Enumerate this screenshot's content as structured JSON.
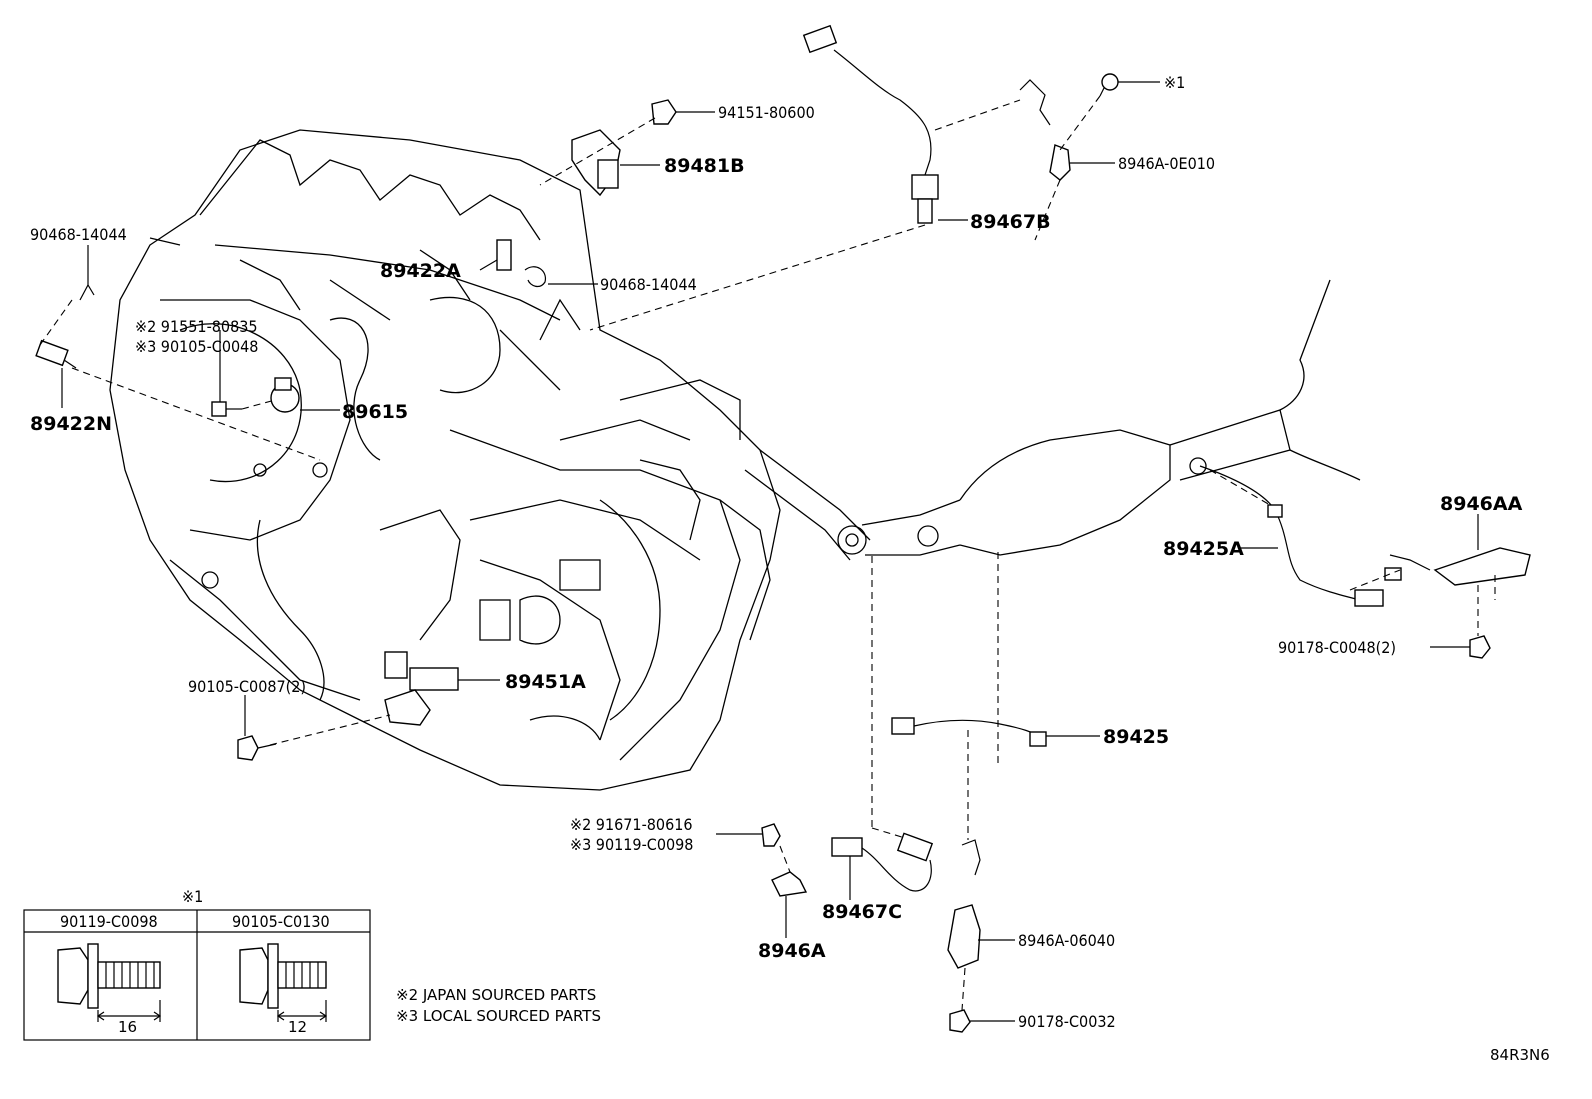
{
  "labels": {
    "p94151": "94151-80600",
    "p89481B": "89481B",
    "p90468_top": "90468-14044",
    "p89422A": "89422A",
    "p90468_mid": "90468-14044",
    "p91551": "※2 91551-80835",
    "p90105_48": "※3 90105-C0048",
    "p89422N": "89422N",
    "p89615": "89615",
    "p89467B": "89467B",
    "pref1_top": "※1",
    "p8946A_0E010": "8946A-0E010",
    "p8946AA": "8946AA",
    "p89425A": "89425A",
    "p90178_48": "90178-C0048(2)",
    "p89425": "89425",
    "p91671": "※2 91671-80616",
    "p90119_98": "※3 90119-C0098",
    "p8946A": "8946A",
    "p89467C": "89467C",
    "p8946A_06040": "8946A-06040",
    "p90178_32": "90178-C0032",
    "p90105_87": "90105-C0087(2)",
    "p89451A": "89451A"
  },
  "bolt_table": {
    "ref": "※1",
    "col1_header": "90119-C0098",
    "col2_header": "90105-C0130",
    "col1_length": "16",
    "col2_length": "12"
  },
  "notes": {
    "japan": "※2 JAPAN SOURCED PARTS",
    "local": "※3 LOCAL SOURCED PARTS"
  },
  "diagram_code": "84R3N6"
}
